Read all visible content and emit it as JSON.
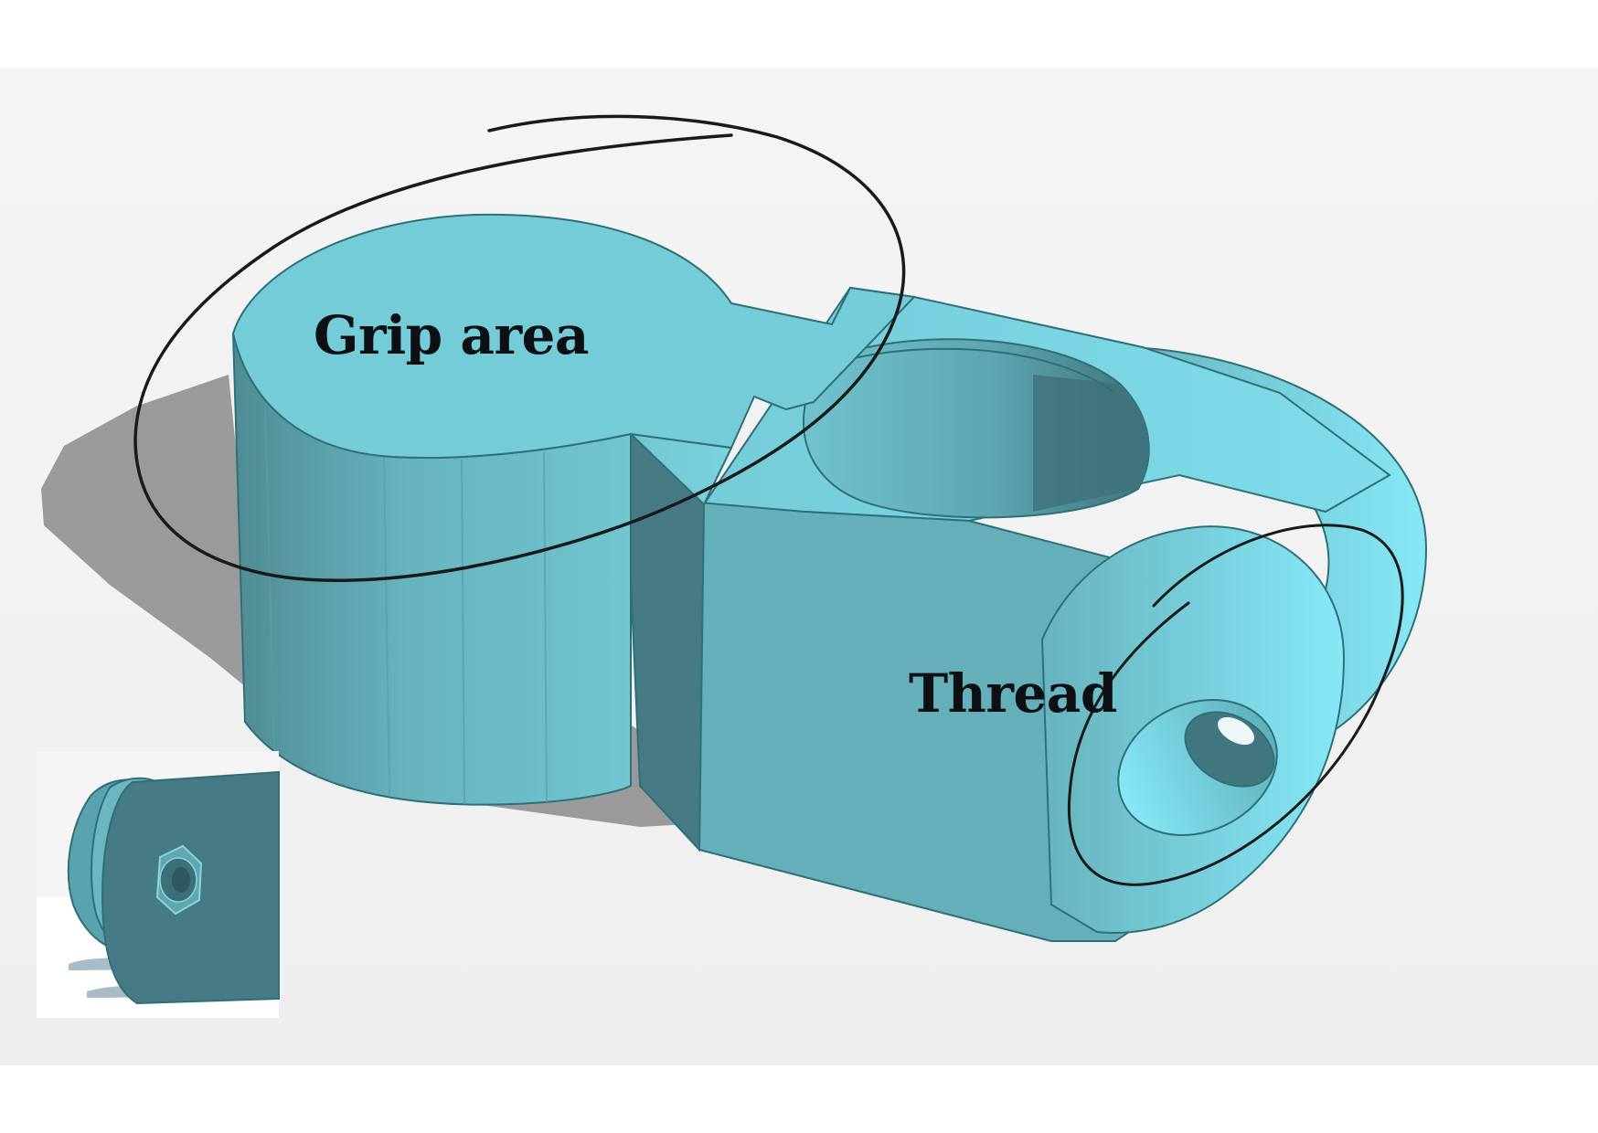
{
  "annotations": {
    "grip_label": "Grip area",
    "thread_label": "Thread"
  },
  "colors": {
    "model_top": "#74ccd8",
    "model_side_light": "#67b3be",
    "model_side_dark": "#467b85",
    "model_outline": "#2f6f78",
    "model_highlight": "#83e4f3",
    "shadow": "#9a9a9a",
    "canvas_background": "#f1f1f1",
    "annotation_ink": "#1a1a1a"
  },
  "icons": {
    "inset_part": "thumbscrew-nut-part",
    "hex_recess": "hex-nut-recess-icon"
  }
}
